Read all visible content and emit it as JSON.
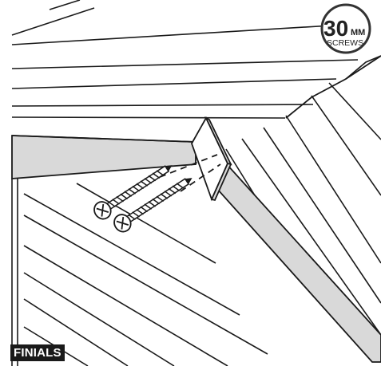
{
  "badge": {
    "number": "30",
    "unit": "MM",
    "caption": "SCREWS"
  },
  "label": {
    "text": "FINIALS"
  },
  "colors": {
    "stroke": "#1a1a1a",
    "fascia": "#d9d9d9",
    "label_bg": "#1a1a1a",
    "label_fg": "#ffffff"
  },
  "icons": [
    "screw-icon",
    "finial-bracket-icon"
  ]
}
